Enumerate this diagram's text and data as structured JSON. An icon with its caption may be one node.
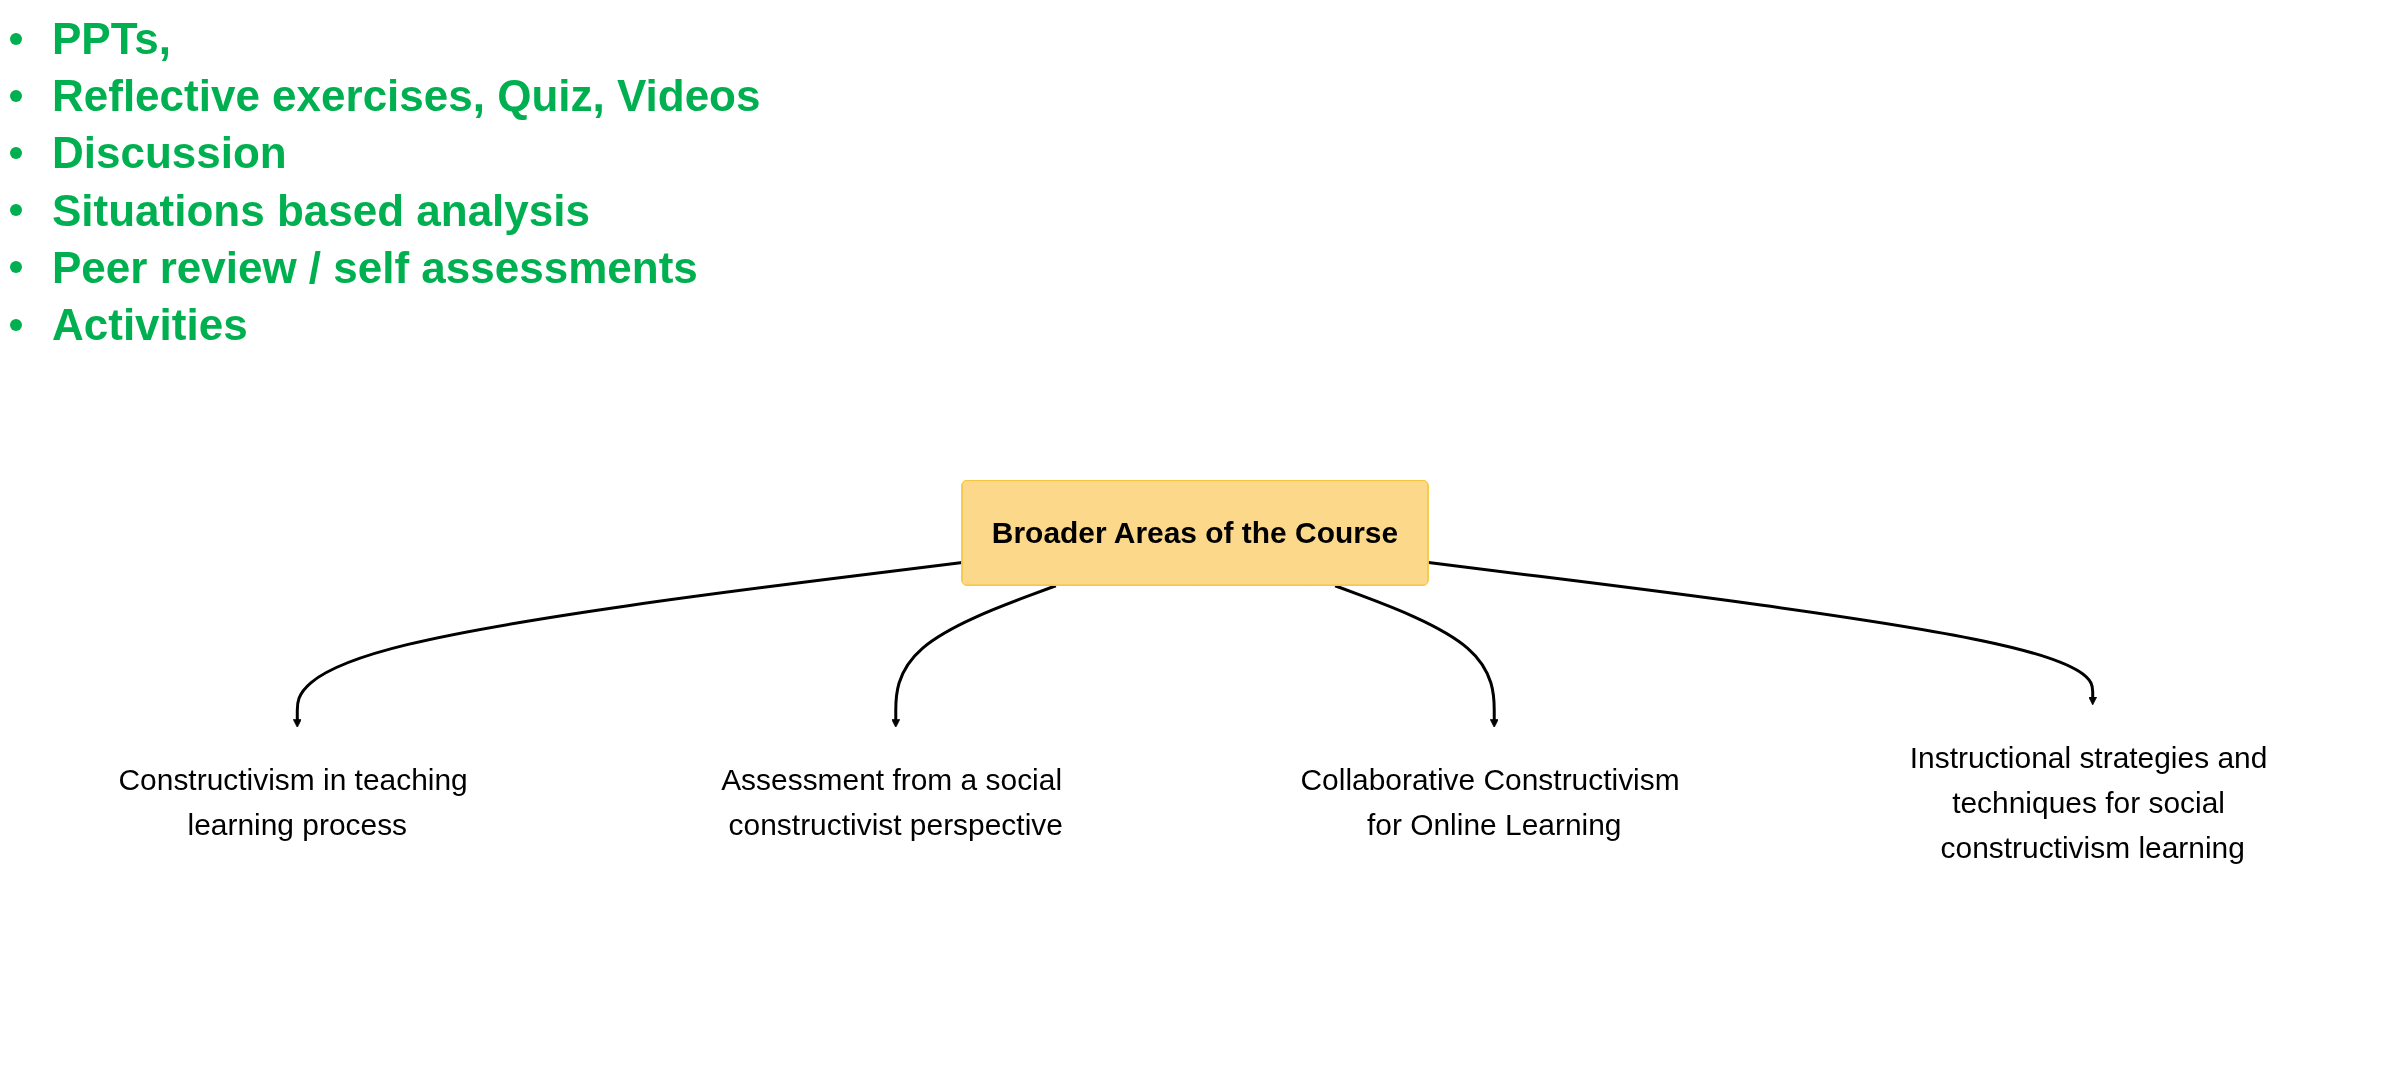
{
  "diagram": {
    "nodes": [
      {
        "text": [
          "Constructivism in teaching learning process"
        ]
      },
      {
        "text": [
          "Assessment from a social constructivist perspective"
        ]
      },
      {
        "text": [
          "Broader Areas of the Course"
        ]
      },
      {
        "text": [
          "Collaborative Constructivism for Online Learning"
        ]
      },
      {
        "text": [
          "Instructional strategies and techniques for social constructivism learning"
        ]
      }
    ],
    "edges": [
      {
        "from": 2,
        "to": 0,
        "arrow": "to"
      },
      {
        "from": 2,
        "to": 1,
        "arrow": "to"
      },
      {
        "from": 2,
        "to": 3,
        "arrow": "to"
      },
      {
        "from": 2,
        "to": 4,
        "arrow": "to"
      }
    ],
    "labels": [
      "PPTs,",
      "Reflective exercises, Quiz, Videos",
      "Discussion",
      "Situations based analysis",
      "Peer review / self assessments",
      "Activities"
    ]
  }
}
